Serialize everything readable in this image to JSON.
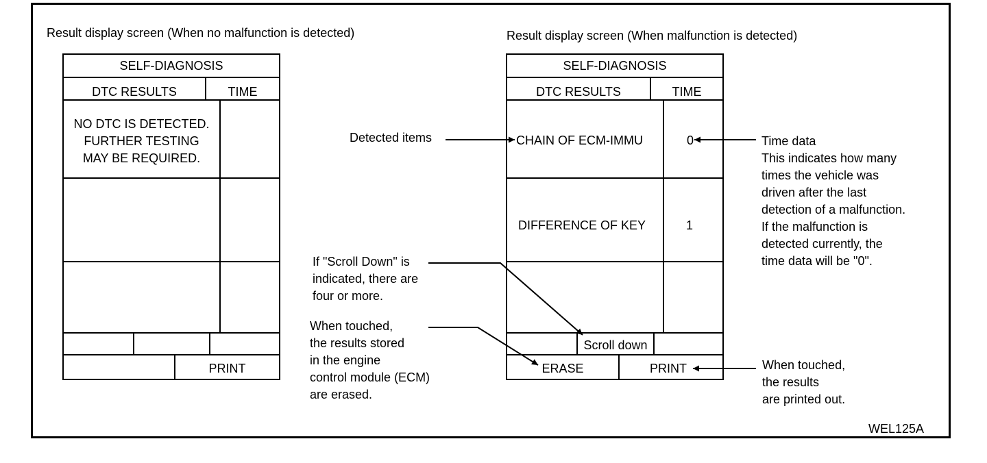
{
  "left_screen": {
    "caption": "Result display screen (When no malfunction is detected)",
    "header": "SELF-DIAGNOSIS",
    "col_results": "DTC RESULTS",
    "col_time": "TIME",
    "message_lines": [
      "NO DTC IS DETECTED.",
      "FURTHER TESTING",
      "MAY BE REQUIRED."
    ],
    "print_label": "PRINT"
  },
  "right_screen": {
    "caption": "Result display screen (When malfunction is detected)",
    "header": "SELF-DIAGNOSIS",
    "col_results": "DTC RESULTS",
    "col_time": "TIME",
    "rows": [
      {
        "item": "CHAIN OF ECM-IMMU",
        "time": "0"
      },
      {
        "item": "DIFFERENCE OF KEY",
        "time": "1"
      }
    ],
    "scroll_label": "Scroll down",
    "erase_label": "ERASE",
    "print_label": "PRINT"
  },
  "callouts": {
    "detected_items": "Detected items",
    "scroll_note": [
      "If \"Scroll Down\" is",
      "indicated, there are",
      "four or more."
    ],
    "erase_note": [
      "When touched,",
      "the results stored",
      "in the engine",
      "control module (ECM)",
      "are erased."
    ],
    "time_note": [
      "Time data",
      "This indicates how many",
      "times the vehicle was",
      "driven after the last",
      "detection of a malfunction.",
      "If the malfunction is",
      "detected currently, the",
      "time data will be \"0\"."
    ],
    "print_note": [
      "When touched,",
      "the results",
      "are printed out."
    ]
  },
  "figure_id": "WEL125A"
}
